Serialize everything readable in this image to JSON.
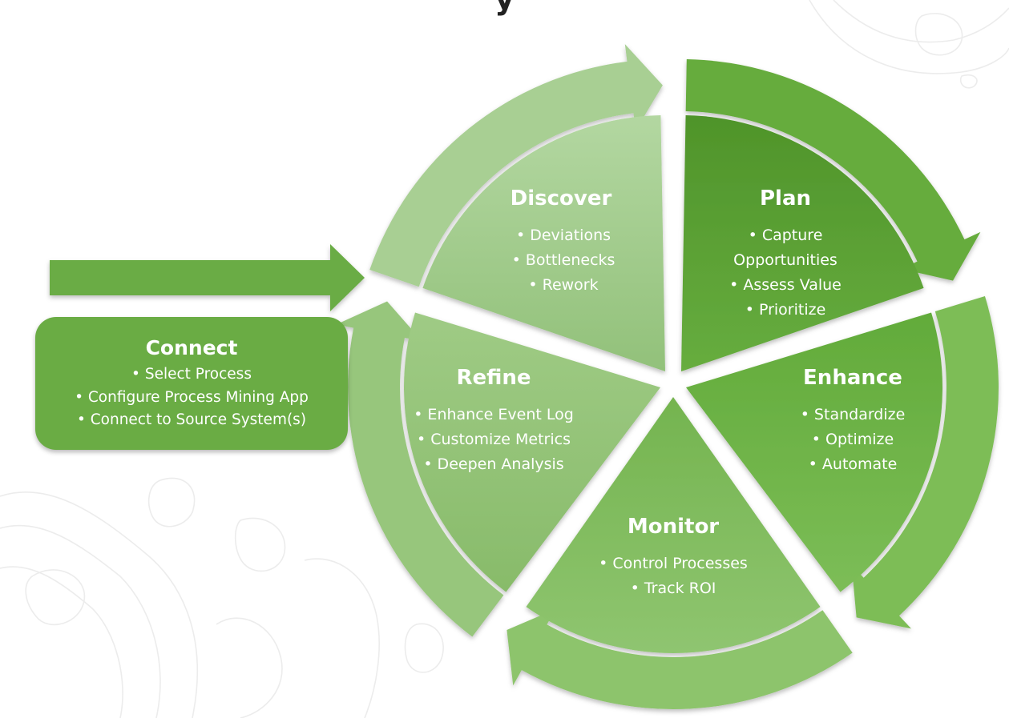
{
  "header": {
    "title_fragment": "y"
  },
  "connect": {
    "title": "Connect",
    "items": [
      "• Select Process",
      "• Configure Process Mining App",
      "• Connect to Source System(s)"
    ]
  },
  "segments": [
    {
      "id": "discover",
      "title": "Discover",
      "lines": [
        "• Deviations",
        "• Bottlenecks",
        "• Rework"
      ],
      "color": "#9dc987"
    },
    {
      "id": "plan",
      "title": "Plan",
      "lines": [
        "• Capture",
        "Opportunities",
        "• Assess Value",
        "• Prioritize"
      ],
      "color": "#5b9e35"
    },
    {
      "id": "enhance",
      "title": "Enhance",
      "lines": [
        "• Standardize",
        "• Optimize",
        "• Automate"
      ],
      "color": "#6db245"
    },
    {
      "id": "monitor",
      "title": "Monitor",
      "lines": [
        "• Control Processes",
        "• Track ROI"
      ],
      "color": "#84be62"
    },
    {
      "id": "refine",
      "title": "Refine",
      "lines": [
        "• Enhance Event Log",
        "• Customize Metrics",
        "• Deepen Analysis"
      ],
      "color": "#93c477"
    }
  ],
  "colors": {
    "ring_discover": "#a8cf93",
    "ring_plan": "#66ac3c",
    "ring_enhance": "#7dbd57",
    "ring_monitor": "#8dc46c",
    "ring_refine": "#97c67c",
    "connect_box": "#6aac44",
    "entry_arrow": "#6aac44"
  }
}
